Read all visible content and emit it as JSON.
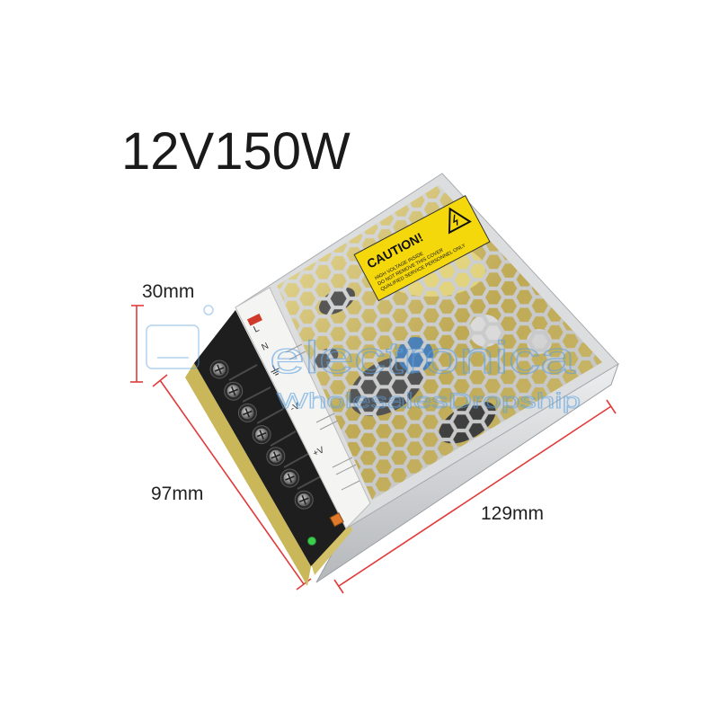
{
  "title": "12V150W",
  "dimensions": {
    "height": "30mm",
    "depth": "97mm",
    "length": "129mm"
  },
  "caution_label": {
    "heading": "CAUTION!",
    "lines": [
      "HIGH VOLTAGE INSIDE",
      "DO NOT REMOVE THIS COVER",
      "QUALIFIED SERVICE PERSONNEL ONLY"
    ]
  },
  "terminal_labels": [
    "L",
    "N",
    "-V",
    "+V"
  ],
  "watermark": {
    "brand": "electronica",
    "tagline": "WholesalesDropship"
  },
  "icons": [
    "warning-triangle-icon",
    "ground-symbol-icon",
    "watermark-logo-icon"
  ],
  "colors": {
    "dimension_line": "#e23b3b",
    "title_text": "#1a1a1a",
    "caution_label": "#f4d80c",
    "watermark": "#5aa0e0",
    "enclosure": "#d9dadb",
    "terminal_block": "#1e1e1e",
    "pcb": "#c9b75a",
    "led": "#3ccf4e"
  }
}
